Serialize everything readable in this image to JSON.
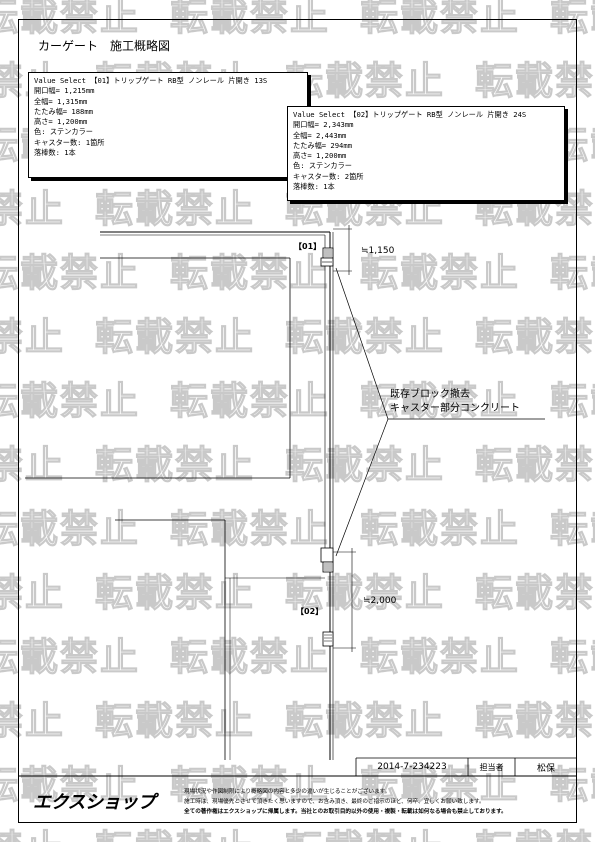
{
  "watermark_text": "転載禁止",
  "title": "カーゲート　施工概略図",
  "spec_01": {
    "heading": "Value Select 【01】トリップゲート RB型 ノンレール 片開き 13S",
    "lines": [
      "開口幅= 1,215mm",
      "全幅= 1,315mm",
      "たたみ幅= 188mm",
      "高さ= 1,200mm",
      "色: ステンカラー",
      "キャスター数: 1箇所",
      "落棒数: 1本"
    ]
  },
  "spec_02": {
    "heading": "Value Select 【02】トリップゲート RB型 ノンレール 片開き 24S",
    "lines": [
      "開口幅= 2,343mm",
      "全幅= 2,443mm",
      "たたみ幅= 294mm",
      "高さ= 1,200mm",
      "色: ステンカラー",
      "キャスター数: 2箇所",
      "落棒数: 1本"
    ]
  },
  "markers": {
    "gate_01": "【01】",
    "gate_02": "【02】"
  },
  "dimensions": {
    "d1": "≒1,150",
    "d2": "≒2,000"
  },
  "note": {
    "line1": "既存ブロック撤去",
    "line2": "キャスター部分コンクリート"
  },
  "footer": {
    "doc_number": "2014-7-234223",
    "manager_label": "担当者",
    "manager_name": "松保",
    "company": "エクスショップ",
    "disclaimer_1": "現場状況や作図制限により概略図の内容と多少の違いが生じることがございます。",
    "disclaimer_2": "施工時は、現場優先とさせて頂きたく思いますので、お含み頂き、最終のご指示のほど、何卒、宜しくお願い致します。",
    "disclaimer_3": "全ての著作権はエクスショップに帰属します。当社とのお取引目的以外の使用・複製・転載は如何なる場合も禁止しております。"
  }
}
